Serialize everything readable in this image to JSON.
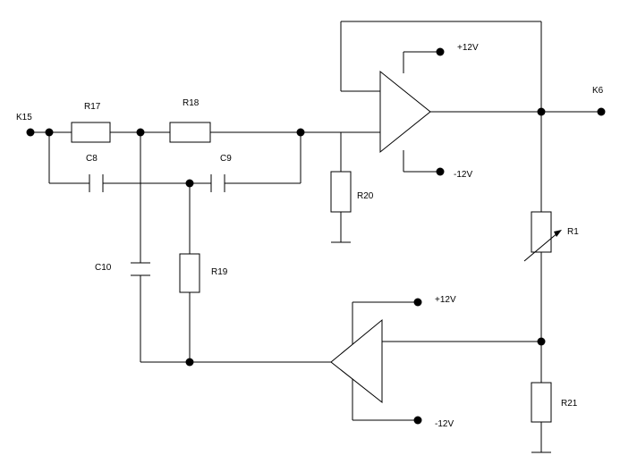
{
  "terminals": {
    "input": "K15",
    "output": "K6"
  },
  "resistors": {
    "r17": "R17",
    "r18": "R18",
    "r19": "R19",
    "r20": "R20",
    "r21": "R21",
    "r1": "R1"
  },
  "capacitors": {
    "c8": "C8",
    "c9": "C9",
    "c10": "C10"
  },
  "supply": {
    "top_pos": "+12V",
    "top_neg": "-12V",
    "bottom_pos": "+12V",
    "bottom_neg": "-12V"
  }
}
